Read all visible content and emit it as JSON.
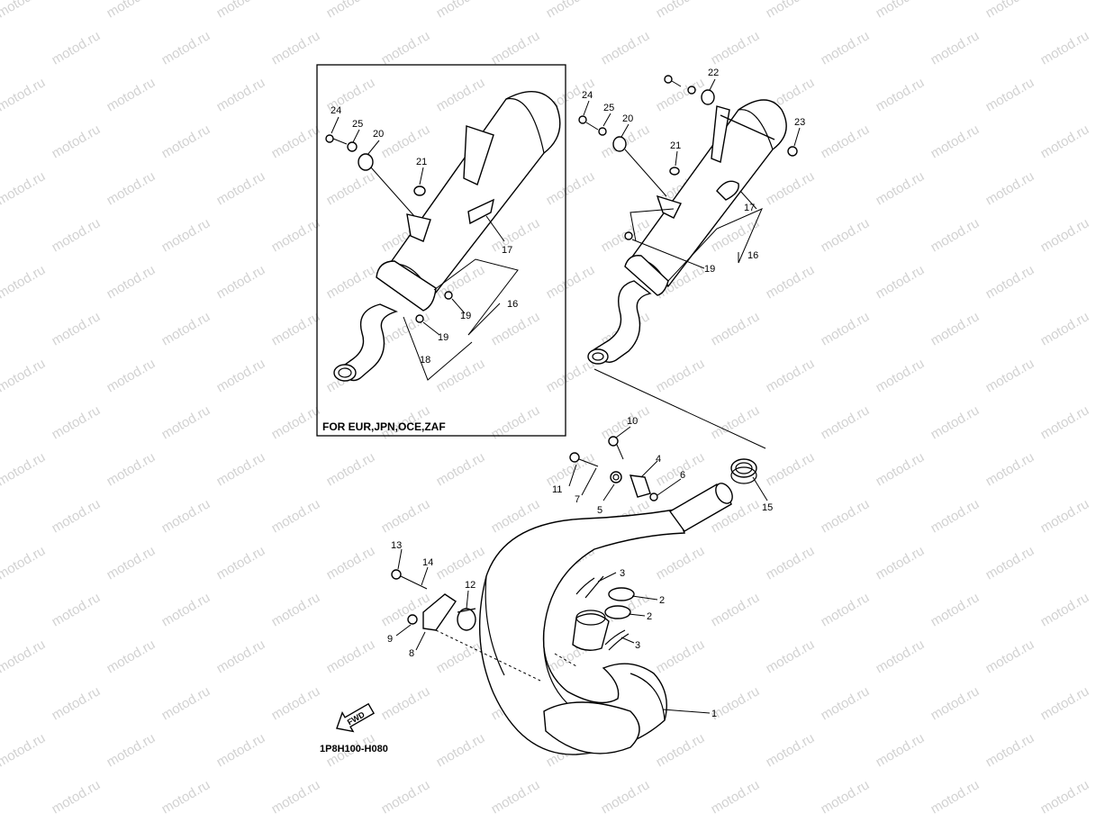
{
  "watermark": {
    "text": "motod.ru"
  },
  "inset": {
    "caption": "FOR EUR,JPN,OCE,ZAF"
  },
  "drawing_code": "1P8H100-H080",
  "fwd_arrow": {
    "label": "FWD"
  },
  "part_numbers": {
    "inset": [
      "24",
      "25",
      "20",
      "21",
      "17",
      "16",
      "19",
      "19",
      "18"
    ],
    "muffler": [
      "22",
      "24",
      "25",
      "20",
      "21",
      "23",
      "17",
      "16",
      "19"
    ],
    "pipe": [
      "10",
      "4",
      "6",
      "11",
      "7",
      "5",
      "15",
      "13",
      "14",
      "12",
      "3",
      "2",
      "2",
      "3",
      "9",
      "8",
      "1"
    ]
  }
}
